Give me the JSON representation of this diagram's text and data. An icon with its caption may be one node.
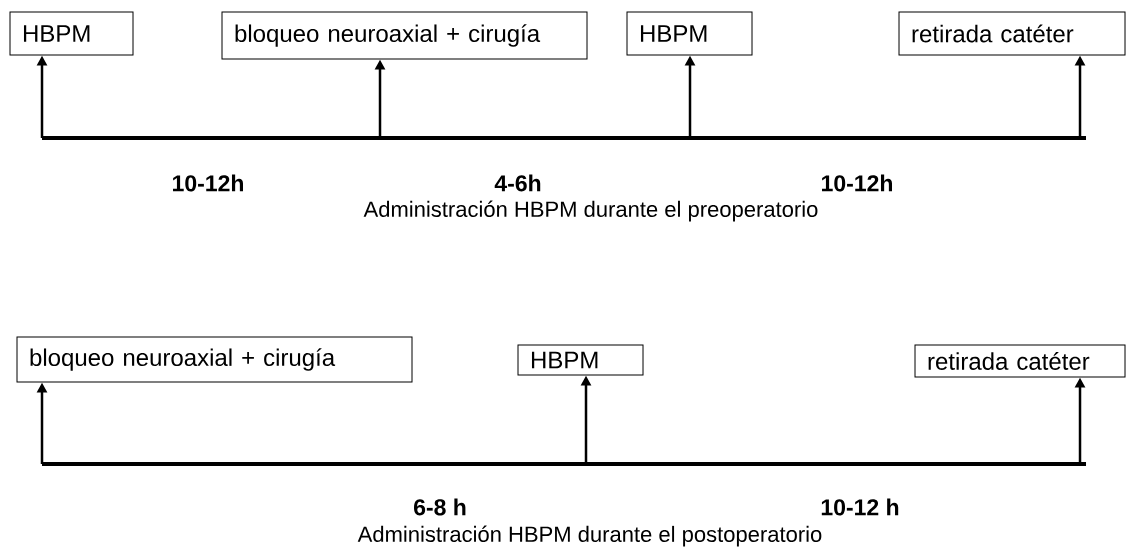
{
  "diagram": {
    "nodes": [
      {
        "text": [
          "HBPM"
        ]
      },
      {
        "text": [
          "bloqueo neuroaxial + cirugía"
        ]
      },
      {
        "text": [
          "HBPM"
        ]
      },
      {
        "text": [
          "retirada catéter"
        ]
      },
      {
        "text": [
          "bloqueo neuroaxial + cirugía"
        ]
      },
      {
        "text": [
          "HBPM"
        ]
      },
      {
        "text": [
          "retirada catéter"
        ]
      }
    ],
    "edges": [
      {
        "from": null,
        "to": 0,
        "arrow": "to"
      },
      {
        "from": null,
        "to": 1,
        "arrow": "to"
      },
      {
        "from": null,
        "to": 2,
        "arrow": "to"
      },
      {
        "from": null,
        "to": 3,
        "arrow": "to"
      },
      {
        "from": null,
        "to": 4,
        "arrow": "to"
      },
      {
        "from": null,
        "to": 5,
        "arrow": "to"
      },
      {
        "from": null,
        "to": 6,
        "arrow": "to"
      }
    ],
    "labels": [
      "10-12h",
      "4-6h",
      "10-12h",
      "Administración HBPM durante el preoperatorio",
      "6-8 h",
      "10-12 h",
      "Administración HBPM durante el postoperatorio"
    ]
  }
}
